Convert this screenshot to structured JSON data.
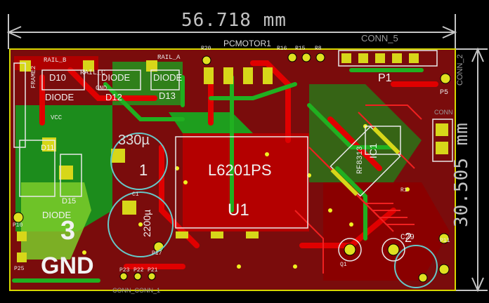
{
  "dimensions": {
    "width_label": "56.718 mm",
    "height_label": "30.505 mm"
  },
  "board": {
    "ic_main": "L6201PS",
    "ic_main_ref": "U1",
    "cap_value": "330µ",
    "cap_value2": "2200µ",
    "gnd_label": "GND",
    "net_3": "3",
    "net_1": "1",
    "net_2": "2"
  },
  "silkscreen": {
    "top_center": "PCMOTOR1",
    "conn5": "CONN_5",
    "conn2": "CONN_2",
    "p1": "P1",
    "p5": "P5",
    "conn": "CONN",
    "rail_b": "RAIL_B",
    "rail_a": "RAIL_A",
    "rail_c": "RAIL_C",
    "gnd_small": "GND",
    "vcc": "VCC",
    "d10": "D10",
    "d11": "D11",
    "d12": "D12",
    "d13": "D13",
    "d15": "D15",
    "diode": "DIODE",
    "frame2": "FRAME2",
    "ic1": "IC1",
    "rf": "RF8313",
    "xtal": "C29",
    "p11": "P11",
    "p17": "P17",
    "p23": "P23",
    "p22": "P22",
    "p21": "P21",
    "p25": "P25",
    "p10": "P10",
    "conn_bottom": "CONN_CONN_1",
    "r20": "R20",
    "r16": "R16",
    "r15": "R15",
    "r8": "R8",
    "q1": "Q1",
    "r1": "R1",
    "c1": "C1"
  },
  "colors": {
    "background": "#000000",
    "board": "#8a0a0a",
    "copper_top": "#c80000",
    "copper_bottom": "#1e9e1e",
    "pad": "#d2d21e",
    "silk": "#f0f0f0",
    "dimension": "#c4c4c4",
    "via": "#e6e61a"
  }
}
